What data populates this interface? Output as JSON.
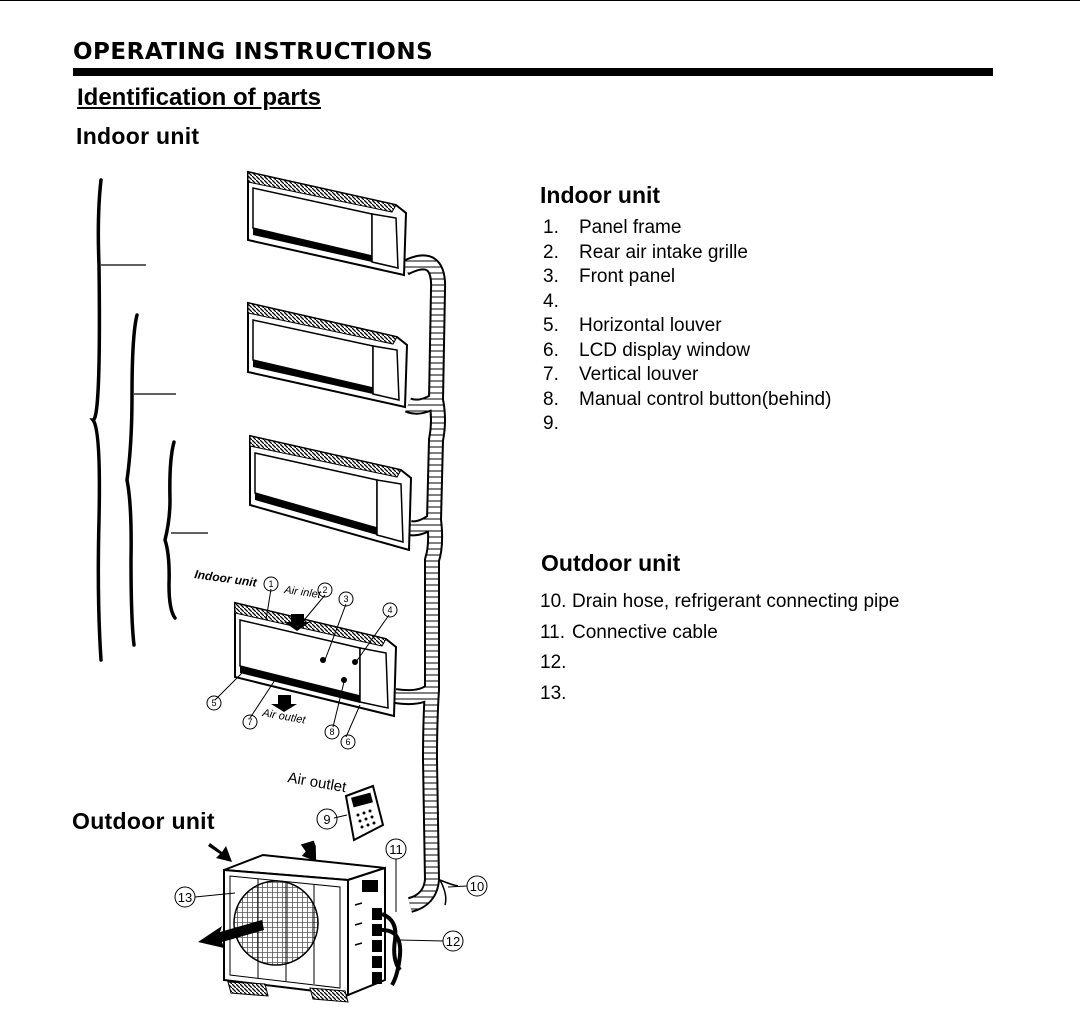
{
  "header": {
    "title": "OPERATING  INSTRUCTIONS",
    "section_title": "Identification of parts"
  },
  "figure": {
    "indoor_label": "Indoor unit",
    "outdoor_label": "Outdoor unit",
    "callout_indoor_unit": "Indoor unit",
    "callout_air_inlet": "Air inlet",
    "callout_air_outlet_indoor": "Air outlet",
    "callout_air_outlet_remote": "Air outlet",
    "callout_numbers": [
      "1",
      "2",
      "3",
      "4",
      "5",
      "6",
      "7",
      "8",
      "9",
      "10",
      "11",
      "12",
      "13"
    ]
  },
  "indoor_list": {
    "title": "Indoor unit",
    "items": [
      {
        "num": "1.",
        "label": "Panel frame"
      },
      {
        "num": "2.",
        "label": "Rear air intake grille"
      },
      {
        "num": "3.",
        "label": "Front panel"
      },
      {
        "num": "4.",
        "label": ""
      },
      {
        "num": "5.",
        "label": "Horizontal louver"
      },
      {
        "num": "6.",
        "label": "LCD display window"
      },
      {
        "num": "7.",
        "label": "Vertical louver"
      },
      {
        "num": "8.",
        "label": "Manual control button(behind)"
      },
      {
        "num": "9.",
        "label": ""
      }
    ]
  },
  "outdoor_list": {
    "title": "Outdoor unit",
    "items": [
      {
        "num": "10.",
        "label": "Drain hose, refrigerant connecting pipe"
      },
      {
        "num": "11.",
        "label": "Connective cable"
      },
      {
        "num": "12.",
        "label": ""
      },
      {
        "num": "13.",
        "label": ""
      }
    ]
  }
}
